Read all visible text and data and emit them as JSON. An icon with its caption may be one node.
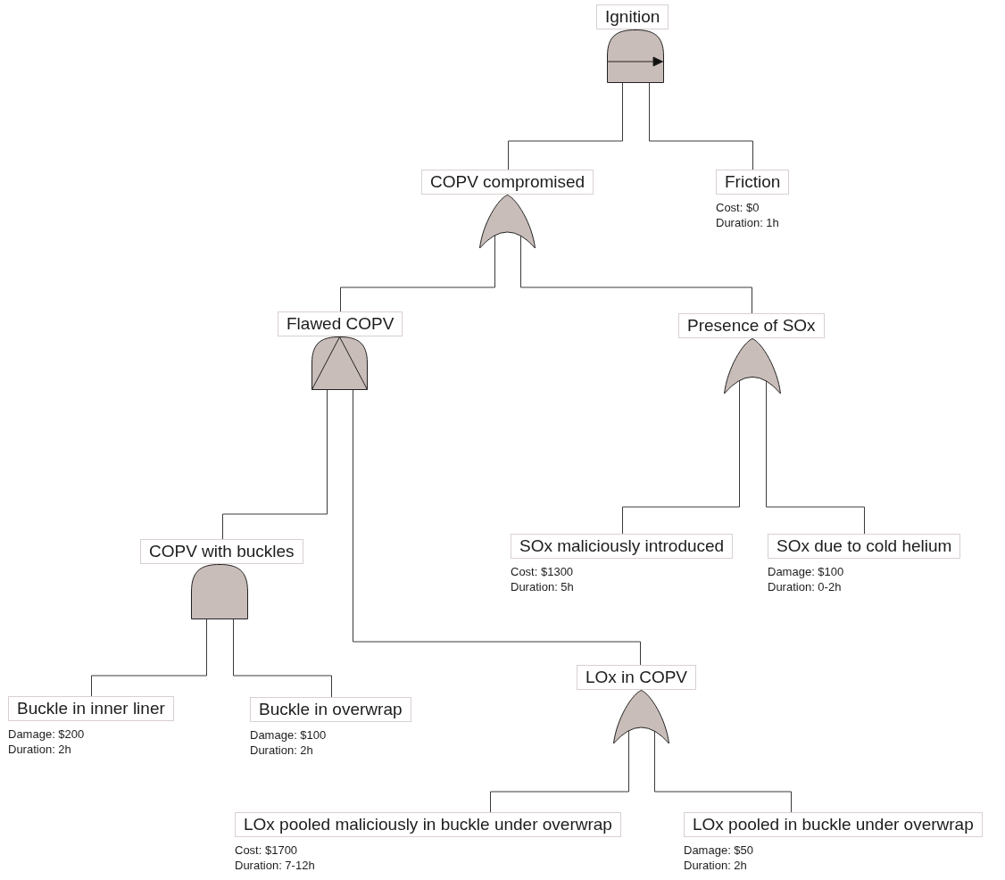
{
  "diagram": {
    "nodes": [
      {
        "text": [
          "Ignition"
        ]
      },
      {
        "text": [],
        "shape": "priority-and-gate"
      },
      {
        "text": [
          "COPV compromised"
        ]
      },
      {
        "text": [],
        "shape": "or-gate"
      },
      {
        "text": [
          "Friction"
        ],
        "beside": [
          "Cost: $0",
          "Duration: 1h"
        ]
      },
      {
        "text": [
          "Flawed COPV"
        ]
      },
      {
        "text": [],
        "shape": "triangle-and-gate"
      },
      {
        "text": [
          "Presence of SOx"
        ]
      },
      {
        "text": [],
        "shape": "or-gate"
      },
      {
        "text": [
          "COPV with buckles"
        ]
      },
      {
        "text": [],
        "shape": "and-gate"
      },
      {
        "text": [
          "SOx maliciously introduced"
        ],
        "beside": [
          "Cost: $1300",
          "Duration: 5h"
        ]
      },
      {
        "text": [
          "SOx due to cold helium"
        ],
        "beside": [
          "Damage: $100",
          "Duration: 0-2h"
        ]
      },
      {
        "text": [
          "LOx in COPV"
        ]
      },
      {
        "text": [],
        "shape": "or-gate"
      },
      {
        "text": [
          "Buckle in inner liner"
        ],
        "beside": [
          "Damage: $200",
          "Duration: 2h"
        ]
      },
      {
        "text": [
          "Buckle in overwrap"
        ],
        "beside": [
          "Damage: $100",
          "Duration: 2h"
        ]
      },
      {
        "text": [
          "LOx pooled maliciously in buckle under overwrap"
        ],
        "beside": [
          "Cost: $1700",
          "Duration: 7-12h"
        ]
      },
      {
        "text": [
          "LOx pooled in buckle under overwrap"
        ],
        "beside": [
          "Damage: $50",
          "Duration: 2h"
        ]
      }
    ],
    "edges": [
      {
        "from": 1,
        "to": 2,
        "arrow": "none"
      },
      {
        "from": 1,
        "to": 4,
        "arrow": "none"
      },
      {
        "from": 3,
        "to": 5,
        "arrow": "none"
      },
      {
        "from": 3,
        "to": 7,
        "arrow": "none"
      },
      {
        "from": 6,
        "to": 9,
        "arrow": "none"
      },
      {
        "from": 6,
        "to": 13,
        "arrow": "none"
      },
      {
        "from": 8,
        "to": 11,
        "arrow": "none"
      },
      {
        "from": 8,
        "to": 12,
        "arrow": "none"
      },
      {
        "from": 10,
        "to": 15,
        "arrow": "none"
      },
      {
        "from": 10,
        "to": 16,
        "arrow": "none"
      },
      {
        "from": 14,
        "to": 17,
        "arrow": "none"
      },
      {
        "from": 14,
        "to": 18,
        "arrow": "none"
      }
    ]
  }
}
